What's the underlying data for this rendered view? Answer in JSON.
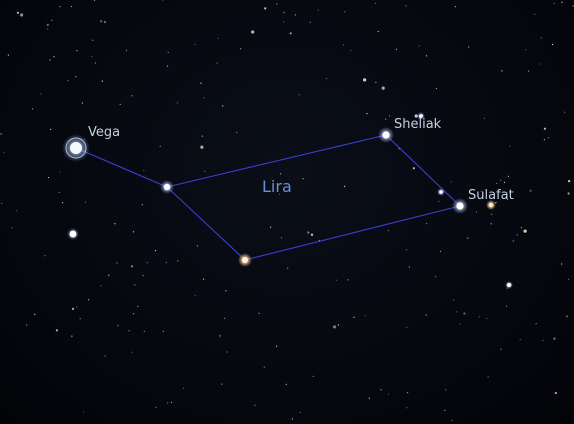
{
  "constellation": {
    "name": "Lira",
    "line_color": "#3a3fd0",
    "label_color": "#6b8fd6"
  },
  "stars": {
    "vega": {
      "label": "Vega",
      "color": "#cfe0ff"
    },
    "sheliak": {
      "label": "Sheliak",
      "color": "#e6efff"
    },
    "sulafat": {
      "label": "Sulafat",
      "color": "#dfe8ff"
    }
  },
  "label_color": "#c7d0e0"
}
